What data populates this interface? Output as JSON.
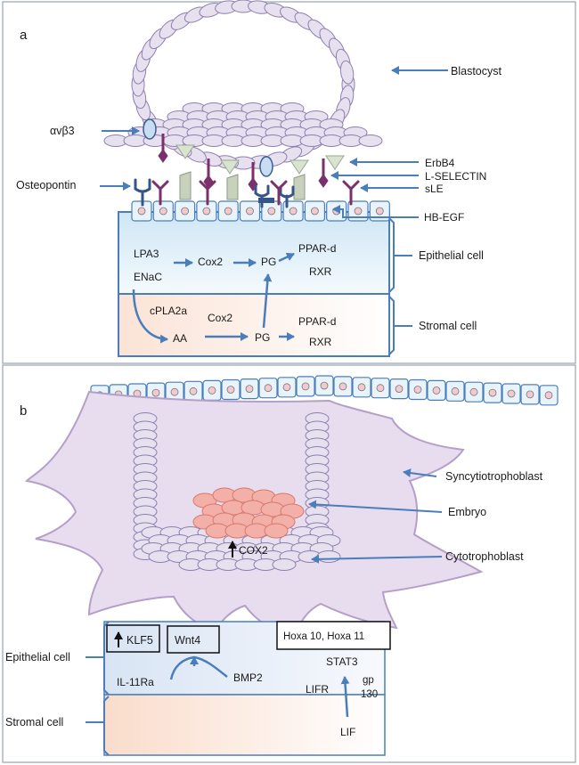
{
  "panel_a": {
    "label": "a",
    "blastocyst": "Blastocyst",
    "avb3": "αvβ3",
    "osteopontin": "Osteopontin",
    "erbb4": "ErbB4",
    "lselectin": "L-SELECTIN",
    "sle": "sLE",
    "hbegf": "HB-EGF",
    "epithelial_cell": "Epithelial cell",
    "stromal_cell": "Stromal cell",
    "epi": {
      "lpa3": "LPA3",
      "enac": "ENaC",
      "cox2": "Cox2",
      "pg": "PG",
      "ppard": "PPAR-d",
      "rxr": "RXR"
    },
    "str": {
      "cpla2a": "cPLA2a",
      "aa": "AA",
      "cox2": "Cox2",
      "pg": "PG",
      "ppard": "PPAR-d",
      "rxr": "RXR"
    }
  },
  "panel_b": {
    "label": "b",
    "syncytiotrophoblast": "Syncytiotrophoblast",
    "embryo": "Embryo",
    "cytotrophoblast": "Cytotrophoblast",
    "cox2": "COX2",
    "klf5": "KLF5",
    "wnt4": "Wnt4",
    "hoxa": "Hoxa 10, Hoxa 11",
    "il11ra": "IL-11Ra",
    "bmp2": "BMP2",
    "stat3": "STAT3",
    "gp": "gp",
    "gp130": "130",
    "lifr": "LIFR",
    "lif": "LIF",
    "epithelial_cell": "Epithelial cell",
    "stromal_cell": "Stromal cell"
  },
  "colors": {
    "arrow": "#4a7ebb",
    "cell_fill": "#e6e0ef",
    "cell_stroke": "#8f7fb0",
    "ep_fill": "#e8f3fa",
    "ep_stroke": "#4a7ebb",
    "nucleus": "#f2c9cf",
    "receptor": "#7b2f6b",
    "embryo": "#f2b0a8",
    "syncytio": "#e8dcef"
  }
}
